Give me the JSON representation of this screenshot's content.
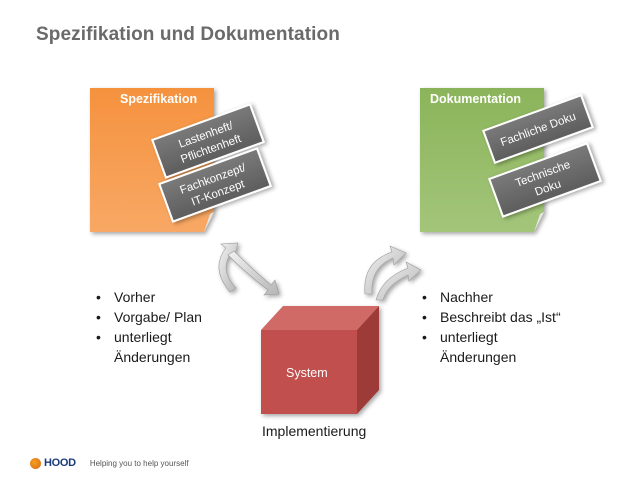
{
  "slide": {
    "title": "Spezifikation und Dokumentation",
    "spec_card": {
      "label": "Spezifikation",
      "note1": [
        "Lastenheft/",
        "Pflichtenheft"
      ],
      "note2": [
        "Fachkonzept/",
        "IT-Konzept"
      ]
    },
    "doku_card": {
      "label": "Dokumentation",
      "note1": [
        "Fachliche Doku"
      ],
      "note2": [
        "Technische",
        "Doku"
      ]
    },
    "left_bullets": [
      "Vorher",
      "Vorgabe/ Plan",
      "unterliegt",
      "Änderungen"
    ],
    "right_bullets": [
      "Nachher",
      "Beschreibt das „Ist“",
      "unterliegt",
      "Änderungen"
    ],
    "system": {
      "label": "System",
      "caption": "Implementierung"
    },
    "footer": {
      "logo_text": "HOOD",
      "tagline": "Helping you to help yourself"
    }
  },
  "colors": {
    "spec": "#f5923e",
    "doku": "#8bb45a",
    "note": "#6b6b6b",
    "system": "#c0504d",
    "title": "#6a6a6a"
  }
}
